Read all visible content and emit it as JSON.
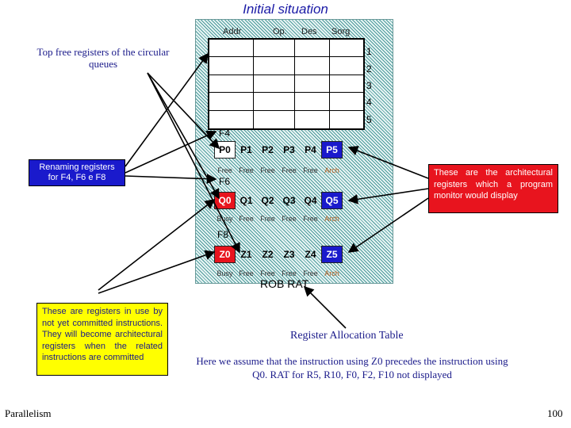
{
  "title": "Initial situation",
  "rob": {
    "headers": [
      "Addr",
      "Op.",
      "Des",
      "Sorg"
    ],
    "row_numbers": [
      "1",
      "2",
      "3",
      "4",
      "5"
    ]
  },
  "queues": [
    {
      "label": "F4",
      "cells": [
        "P0",
        "P1",
        "P2",
        "P3",
        "P4",
        "P5"
      ],
      "status": [
        "Free",
        "Free",
        "Free",
        "Free",
        "Free",
        "Arch"
      ]
    },
    {
      "label": "F6",
      "cells": [
        "Q0",
        "Q1",
        "Q2",
        "Q3",
        "Q4",
        "Q5"
      ],
      "status": [
        "Busy",
        "Free",
        "Free",
        "Free",
        "Free",
        "Arch"
      ]
    },
    {
      "label": "F8",
      "cells": [
        "Z0",
        "Z1",
        "Z2",
        "Z3",
        "Z4",
        "Z5"
      ],
      "status": [
        "Busy",
        "Free",
        "Free",
        "Free",
        "Free",
        "Arch"
      ]
    }
  ],
  "rob_rat_label": "ROB RAT",
  "annotations": {
    "top_free": "Top free registers  of the circular queues",
    "renaming": "Renaming registers for F4, F6 e F8",
    "committed": "These are registers in use by not yet committed instructions. They will become architectural registers when the related instructions are committed",
    "architectural": "These are the architectural registers which a program monitor would display",
    "rat_title": "Register Allocation Table",
    "assumption": "Here we assume that the instruction using Z0 precedes the instruction using Q0. RAT for R5, R10, F0, F2, F10 not displayed"
  },
  "footer": {
    "left": "Parallelism",
    "right": "100"
  },
  "colors": {
    "red": "#e8141e",
    "blue": "#1a1acc",
    "yellow": "#ffff00",
    "teal": "#4a9a9a"
  }
}
